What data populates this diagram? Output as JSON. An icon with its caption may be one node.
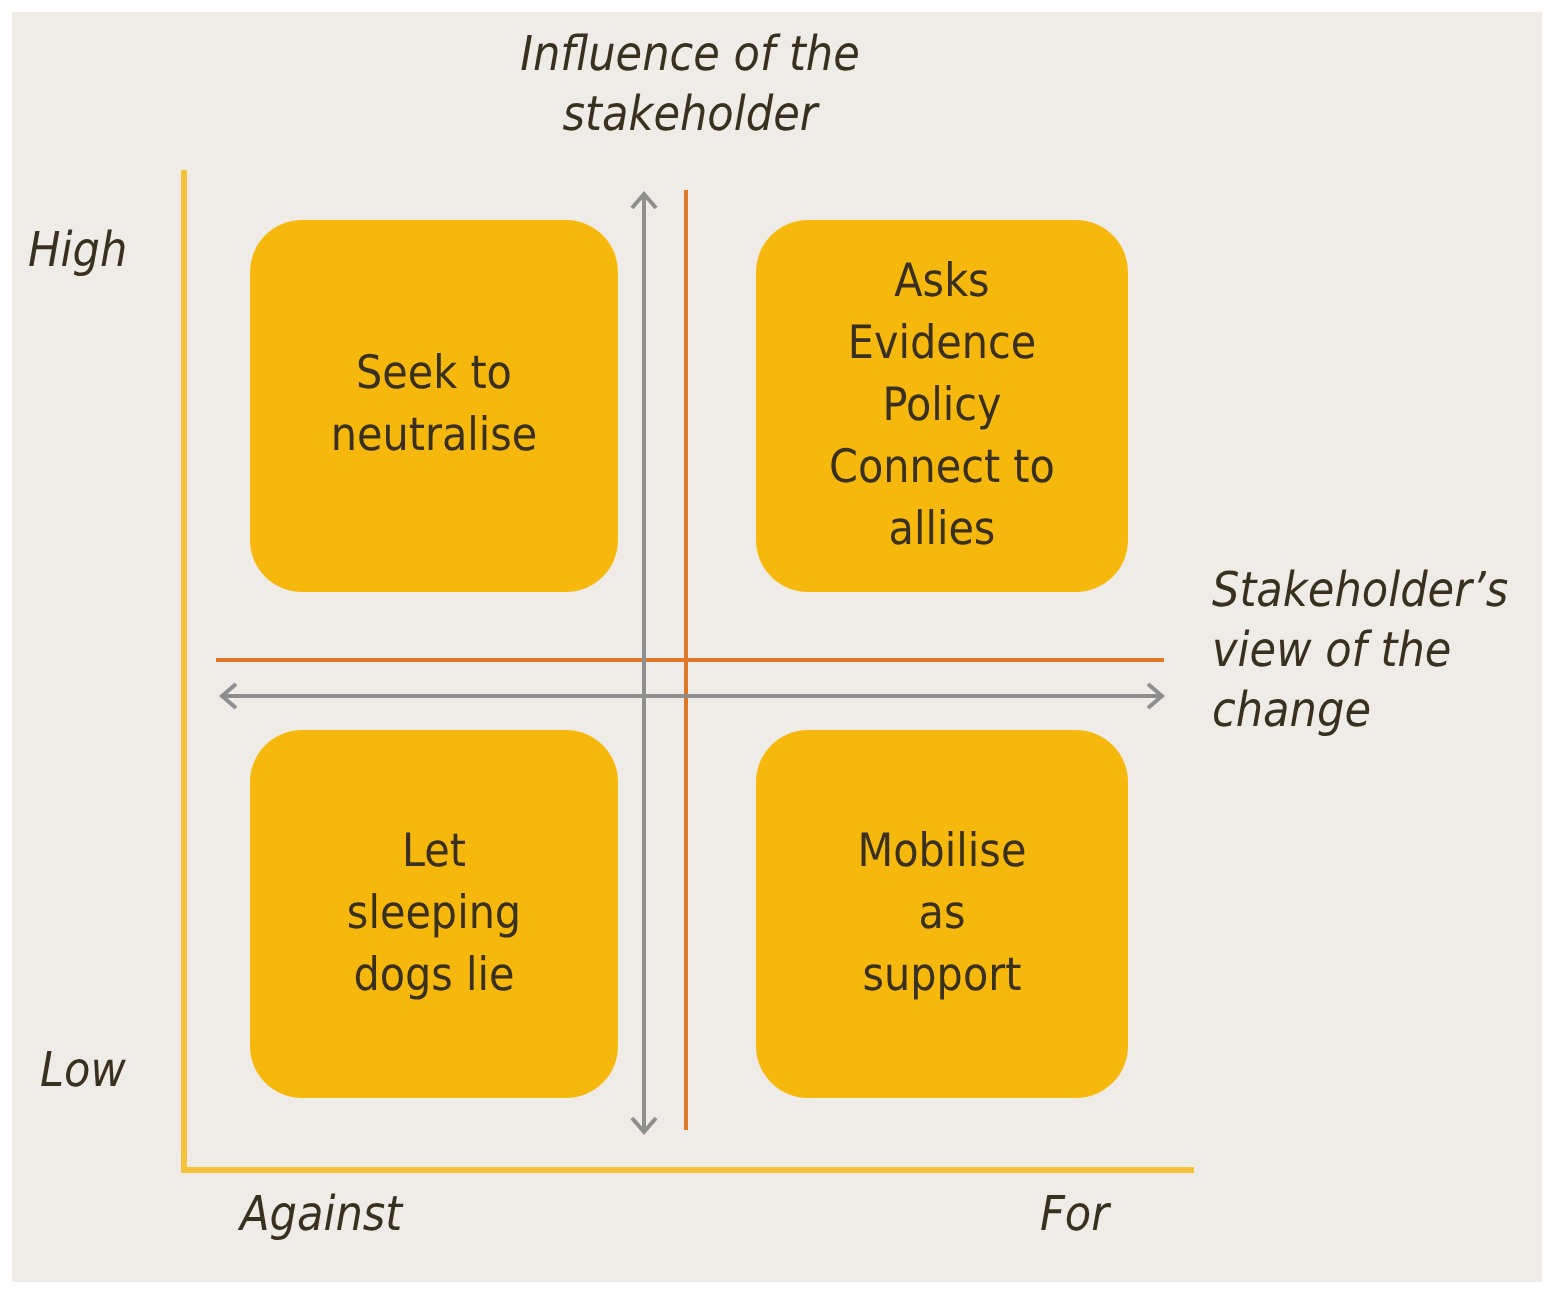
{
  "diagram": {
    "nodes": [
      {
        "text": [
          "Seek to neutralise"
        ]
      },
      {
        "text": [
          "Asks",
          "Evidence",
          "Policy",
          "Connect to allies"
        ]
      },
      {
        "text": [
          "Let sleeping dogs lie"
        ]
      },
      {
        "text": [
          "Mobilise as support"
        ]
      }
    ],
    "labels": [
      "Influence of the stakeholder",
      "High",
      "Stakeholder’s view of the change",
      "Low",
      "Against",
      "For"
    ]
  }
}
